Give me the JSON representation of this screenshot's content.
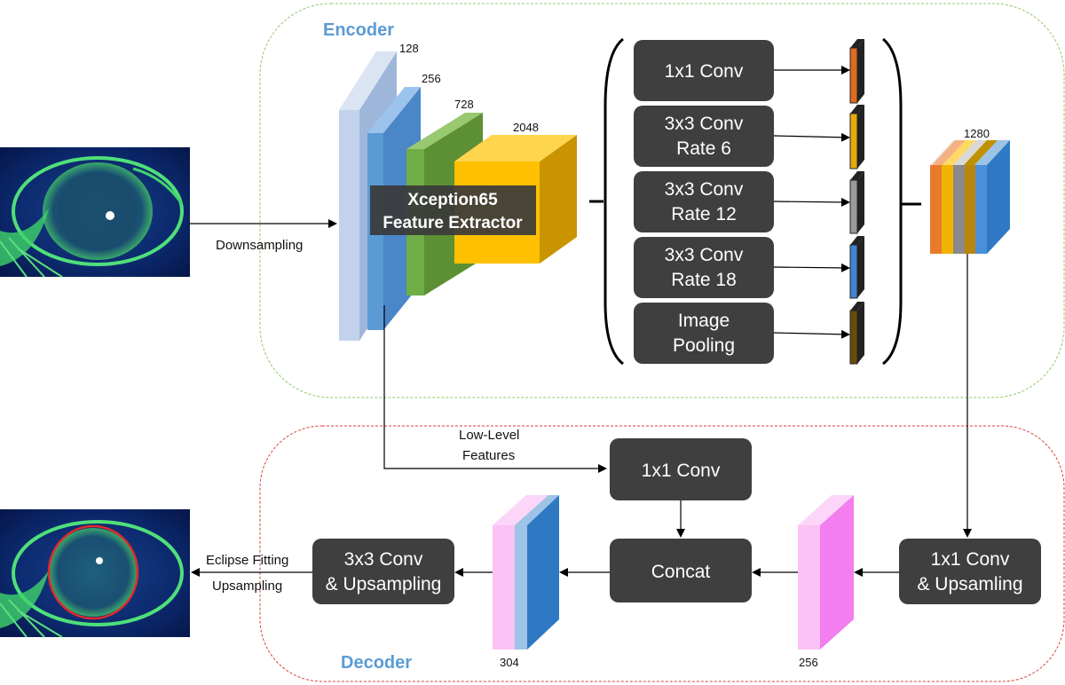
{
  "encoder": {
    "title": "Encoder",
    "backbone_line1": "Xception65",
    "backbone_line2": "Feature Extractor",
    "channels": [
      "128",
      "256",
      "728",
      "2048"
    ],
    "aspp": [
      {
        "line1": "1x1 Conv",
        "line2": ""
      },
      {
        "line1": "3x3 Conv",
        "line2": "Rate 6"
      },
      {
        "line1": "3x3 Conv",
        "line2": "Rate 12"
      },
      {
        "line1": "3x3 Conv",
        "line2": "Rate 18"
      },
      {
        "line1": "Image",
        "line2": "Pooling"
      }
    ],
    "concat_channels": "1280"
  },
  "decoder": {
    "title": "Decoder",
    "conv1x1": "1x1 Conv",
    "concat": "Concat",
    "up_line1": "1x1 Conv",
    "up_line2": "& Upsamling",
    "out_line1": "3x3 Conv",
    "out_line2": "& Upsampling",
    "block_304": "304",
    "block_256": "256"
  },
  "labels": {
    "downsampling": "Downsampling",
    "low_level_1": "Low-Level",
    "low_level_2": "Features",
    "eclipse_fitting": "Eclipse Fitting",
    "upsampling": "Upsampling"
  },
  "colors": {
    "encoder_border": "#8fc86a",
    "decoder_border": "#d9413a",
    "title_blue": "#5b9bd5",
    "box_dark": "#3f3f3f",
    "aspp_features": [
      "#e06a1e",
      "#e8a90a",
      "#9a9a9a",
      "#3f84d1",
      "#6b4a0b"
    ]
  }
}
